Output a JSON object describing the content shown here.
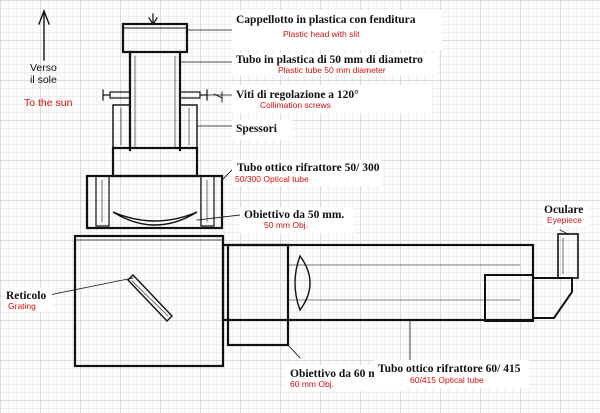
{
  "title_labels": {
    "head_it": "Cappellotto in plastica con fenditura",
    "head_en": "Plastic head with slit",
    "tube50_it": "Tubo in plastica di 50 mm di diametro",
    "tube50_en": "Plastic tube 50 mm diameter",
    "screws_it": "Viti di regolazione a 120°",
    "screws_en": "Collimation screws",
    "spacers_it": "Spessori",
    "optical50_it": "Tubo ottico rifrattore 50/ 300",
    "optical50_en": "50/300 Optical tube",
    "obj50_it": "Obiettivo da 50 mm.",
    "obj50_en": "50 mm Obj.",
    "ocular_it": "Oculare",
    "ocular_en": "Eyepiece",
    "grating_it": "Reticolo",
    "grating_en": "Grating",
    "obj60_it": "Obiettivo da 60 mm.",
    "obj60_en": "60 mm Obj.",
    "optical60_it": "Tubo ottico rifrattore 60/ 415",
    "optical60_en": "60/415 Optical tube",
    "sun_it": "Verso\nil sole",
    "sun_en": "To the sun"
  },
  "colors": {
    "ink": "#111111",
    "english_labels": "#d01010",
    "grid": "#bcbcbc"
  },
  "icons": {
    "sun_arrow": "arrow-up-icon",
    "slit_marker": "arrow-down-icon"
  }
}
